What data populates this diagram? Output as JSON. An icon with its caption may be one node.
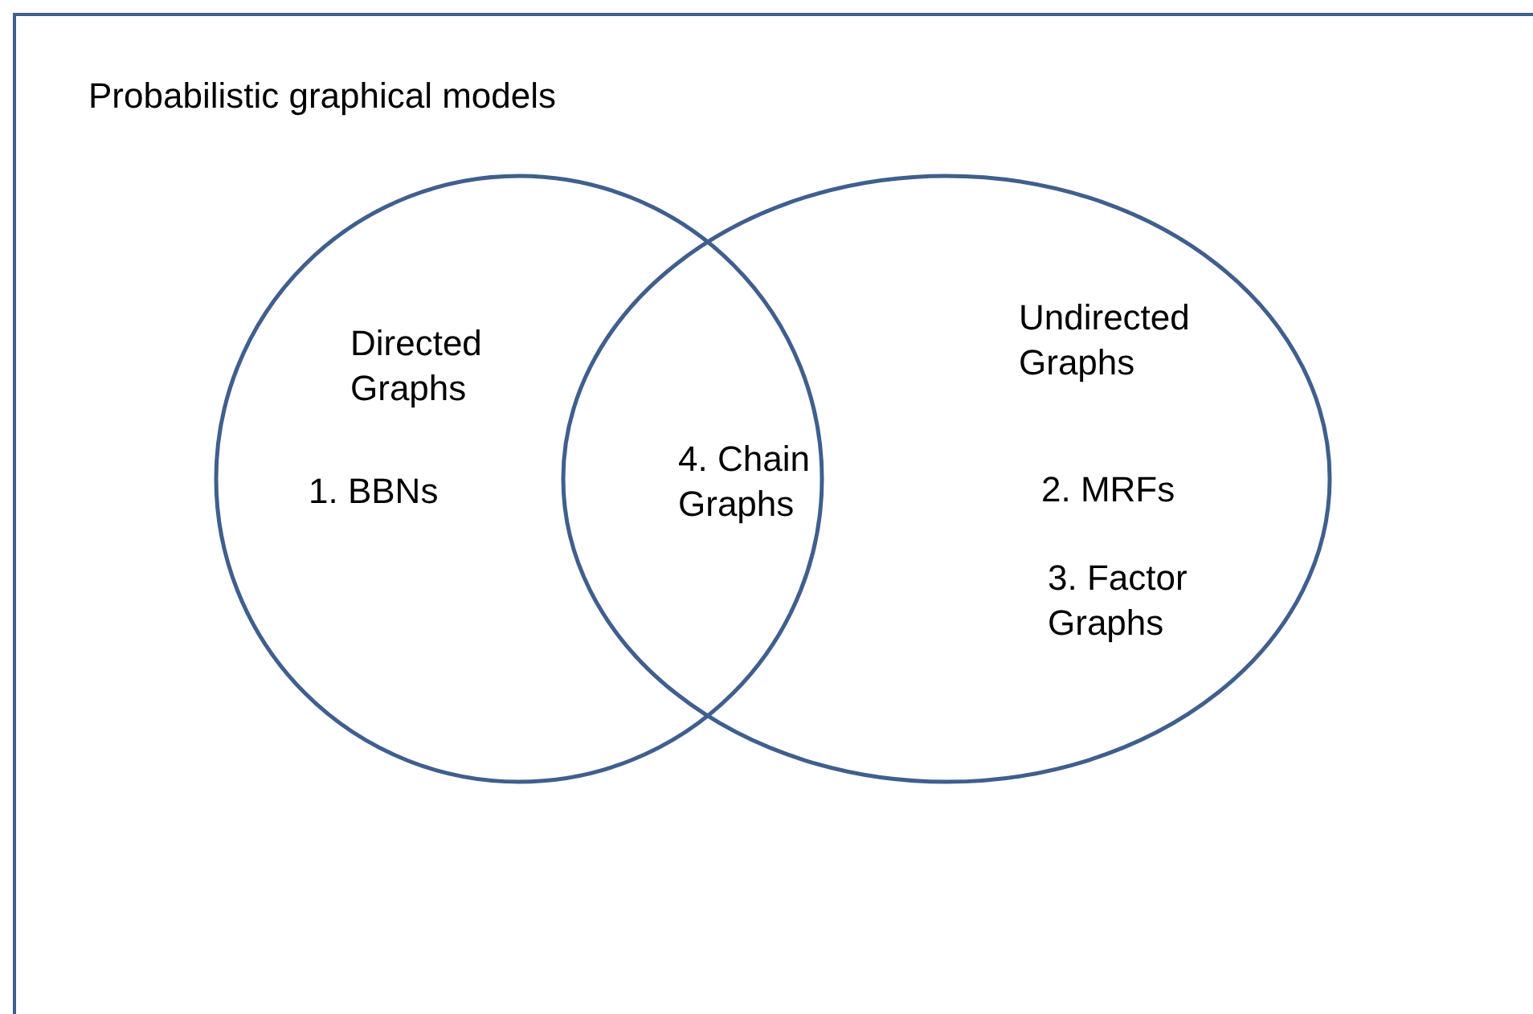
{
  "diagram": {
    "nodes": [
      {
        "text": [
          "Probabilistic graphical models"
        ]
      },
      {
        "text": [
          "Directed Graphs",
          "1. BBNs"
        ],
        "in": 0
      },
      {
        "text": [
          "Undirected Graphs",
          "2. MRFs",
          "3. Factor Graphs"
        ],
        "in": 0
      }
    ],
    "labels": [
      "4. Chain Graphs"
    ]
  }
}
